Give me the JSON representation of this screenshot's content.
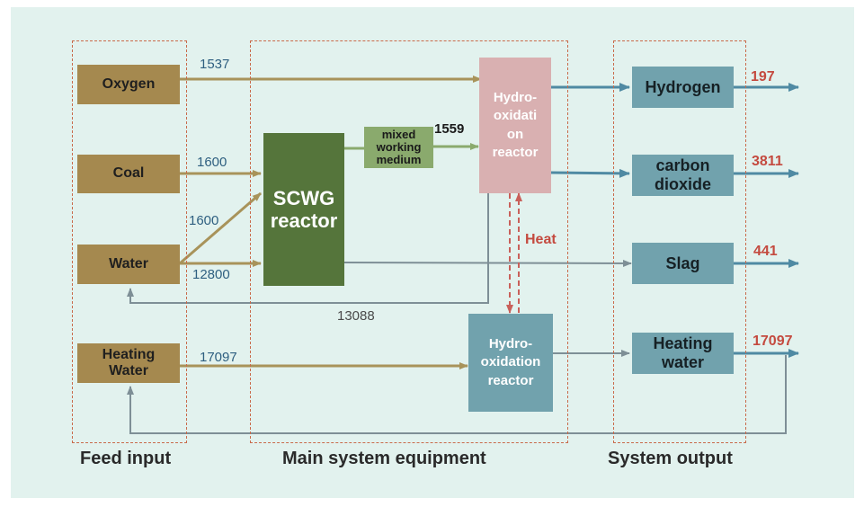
{
  "sections": {
    "feed": "Feed input",
    "main": "Main system equipment",
    "output": "System output"
  },
  "feed": {
    "oxygen": "Oxygen",
    "coal": "Coal",
    "water": "Water",
    "heating_water": [
      "Heating",
      "Water"
    ]
  },
  "equipment": {
    "scwg": [
      "SCWG",
      "reactor"
    ],
    "mixed": [
      "mixed",
      "working",
      "medium"
    ],
    "hydro1": [
      "Hydro-",
      "oxidati",
      "on",
      "reactor"
    ],
    "hydro2": [
      "Hydro-",
      "oxidation",
      "reactor"
    ],
    "heat": "Heat"
  },
  "outputs": {
    "hydrogen": "Hydrogen",
    "co2": [
      "carbon",
      "dioxide"
    ],
    "slag": "Slag",
    "heating_water": [
      "Heating",
      "water"
    ]
  },
  "flows": {
    "oxygen": "1537",
    "coal": "1600",
    "water_up": "1600",
    "water": "12800",
    "recycle": "13088",
    "heating_water": "17097",
    "mixed": "1559"
  },
  "output_values": {
    "hydrogen": "197",
    "co2": "3811",
    "slag": "441",
    "heating_water": "17097"
  },
  "colors": {
    "feed_box": "#a5894f",
    "scwg_box": "#55753b",
    "mixed_box": "#8aaa6d",
    "reactor1_box": "#d9b0b1",
    "output_box": "#71a2ad",
    "olive_arrow": "#a8935a",
    "blue_arrow": "#4f8aa3",
    "heat_arrow": "#c9605a",
    "background": "#e2f2ee"
  }
}
